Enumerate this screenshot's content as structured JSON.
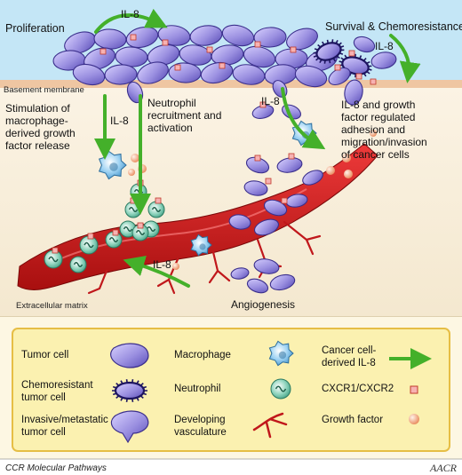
{
  "labels": {
    "proliferation": "Proliferation",
    "il8_top": "IL-8",
    "survival": "Survival & Chemoresistance",
    "il8_right": "IL-8",
    "basement_membrane": "Basement membrane",
    "macrophage_release": [
      "Stimulation of",
      "macrophage-",
      "derived growth",
      "factor release"
    ],
    "il8_left": "IL-8",
    "neutrophil_recruit": [
      "Neutrophil",
      "recruitment and",
      "activation"
    ],
    "il8_mid": "IL-8",
    "adhesion": [
      "IL-8 and growth",
      "factor regulated",
      "adhesion and",
      "migration/invasion",
      "of cancer cells"
    ],
    "il8_bottom": "IL-8",
    "extracellular_matrix": "Extracellular matrix",
    "angiogenesis": "Angiogenesis"
  },
  "legend": {
    "tumor_cell": "Tumor cell",
    "chemoresistant": [
      "Chemoresistant",
      "tumor cell"
    ],
    "invasive": [
      "Invasive/metastatic",
      "tumor cell"
    ],
    "macrophage": "Macrophage",
    "neutrophil": "Neutrophil",
    "vasculature": [
      "Developing",
      "vasculature"
    ],
    "cancer_il8": [
      "Cancer cell-",
      "derived IL-8"
    ],
    "receptor": "CXCR1/CXCR2",
    "growth_factor": "Growth factor"
  },
  "footer": {
    "journal": "CCR Molecular Pathways",
    "logo": "AACR"
  },
  "colors": {
    "sky": "#bfe3f5",
    "tissue": "#f8efda",
    "membrane": "#f0c9a8",
    "cell": "#9a8fe0",
    "cell_dark": "#3b2f8c",
    "vessel": "#cc1111",
    "arrow": "#44b02a",
    "legend_bg": "#fbf3b8",
    "legend_border": "#e8c24a",
    "receptor": "#f4a6a6",
    "growth": "#f3b38e",
    "macrophage": "#8ec9ef",
    "neutrophil": "#7fc9b0"
  }
}
